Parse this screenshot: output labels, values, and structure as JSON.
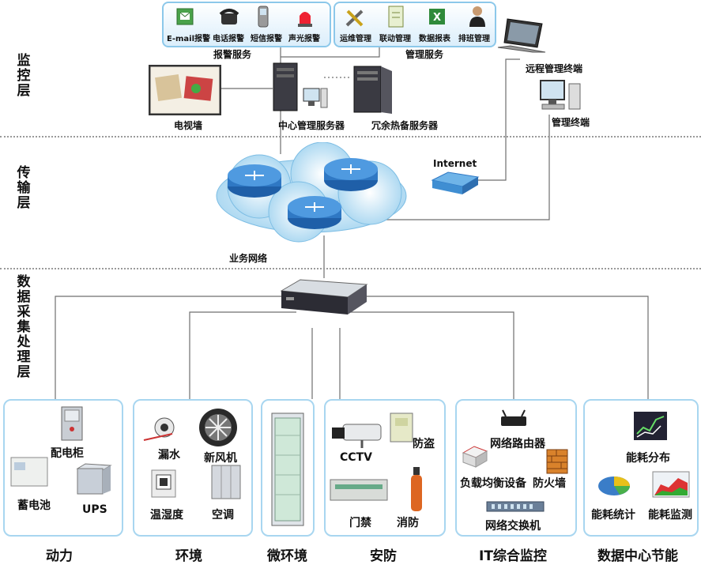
{
  "layers": {
    "monitor": "监控层",
    "transport": "传输层",
    "collect": "数据采集处理层"
  },
  "alarm_service": {
    "title": "报警服务",
    "items": [
      "E-mail报警",
      "电话报警",
      "短信报警",
      "声光报警"
    ]
  },
  "management_service": {
    "title": "管理服务",
    "items": [
      "运维管理",
      "联动管理",
      "数据报表",
      "排班管理"
    ]
  },
  "monitor_devices": {
    "tv_wall": "电视墙",
    "central_server": "中心管理服务器",
    "backup_server": "冗余热备服务器",
    "remote_terminal": "远程管理终端",
    "mgmt_terminal": "管理终端"
  },
  "network": {
    "internet": "Internet",
    "business_network": "业务网络"
  },
  "categories": [
    {
      "name": "动力",
      "devices": [
        "配电柜",
        "蓄电池",
        "UPS"
      ]
    },
    {
      "name": "环境",
      "devices": [
        "漏水",
        "新风机",
        "温湿度",
        "空调"
      ]
    },
    {
      "name": "微环境",
      "devices": []
    },
    {
      "name": "安防",
      "devices": [
        "CCTV",
        "防盗",
        "门禁",
        "消防"
      ]
    },
    {
      "name": "IT综合监控",
      "devices": [
        "网络路由器",
        "负载均衡设备",
        "防火墙",
        "网络交换机"
      ]
    },
    {
      "name": "数据中心节能",
      "devices": [
        "能耗分布",
        "能耗统计",
        "能耗监测"
      ]
    }
  ],
  "colors": {
    "panel_border": "#a8d6f0",
    "cloud_fill": "#cfe9f8",
    "router_fill": "#2f78c4"
  }
}
